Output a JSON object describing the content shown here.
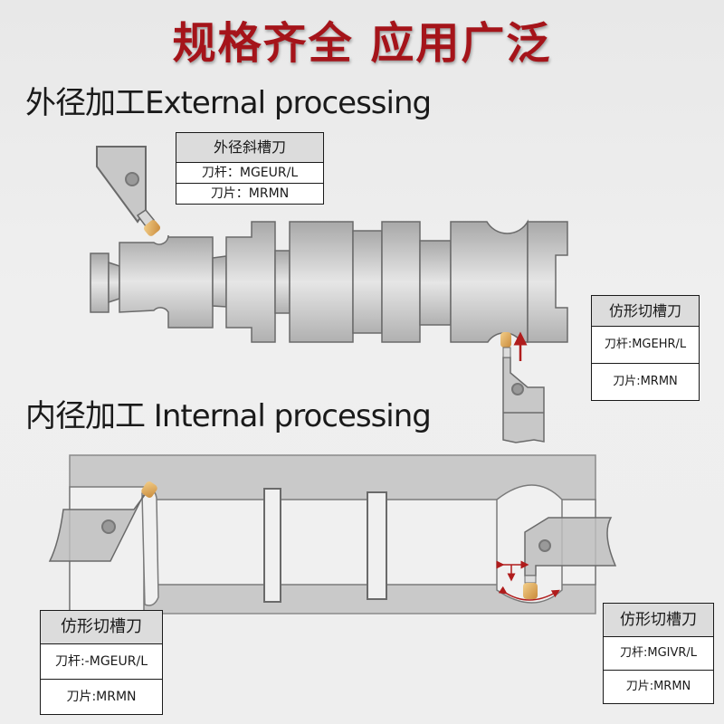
{
  "header": {
    "title": "规格齐全 应用广泛"
  },
  "sections": {
    "external": {
      "title": "外径加工External processing"
    },
    "internal": {
      "title": "内径加工 Internal processing"
    }
  },
  "labels": {
    "external_oblique": {
      "name": "外径斜槽刀",
      "holder": "刀杆：MGEUR/L",
      "insert": "刀片：MRMN"
    },
    "external_profile": {
      "name": "仿形切槽刀",
      "holder": "刀杆:MGEHR/L",
      "insert": "刀片:MRMN"
    },
    "internal_left": {
      "name": "仿形切槽刀",
      "holder": "刀杆:-MGEUR/L",
      "insert": "刀片:MRMN"
    },
    "internal_right": {
      "name": "仿形切槽刀",
      "holder": "刀杆:MGIVR/L",
      "insert": "刀片:MRMN"
    }
  },
  "colors": {
    "title": "#a5141a",
    "arrow": "#b01c1c",
    "insert": "#e2a955",
    "part": "#c9c9c9",
    "outline": "#6a6a6a"
  }
}
